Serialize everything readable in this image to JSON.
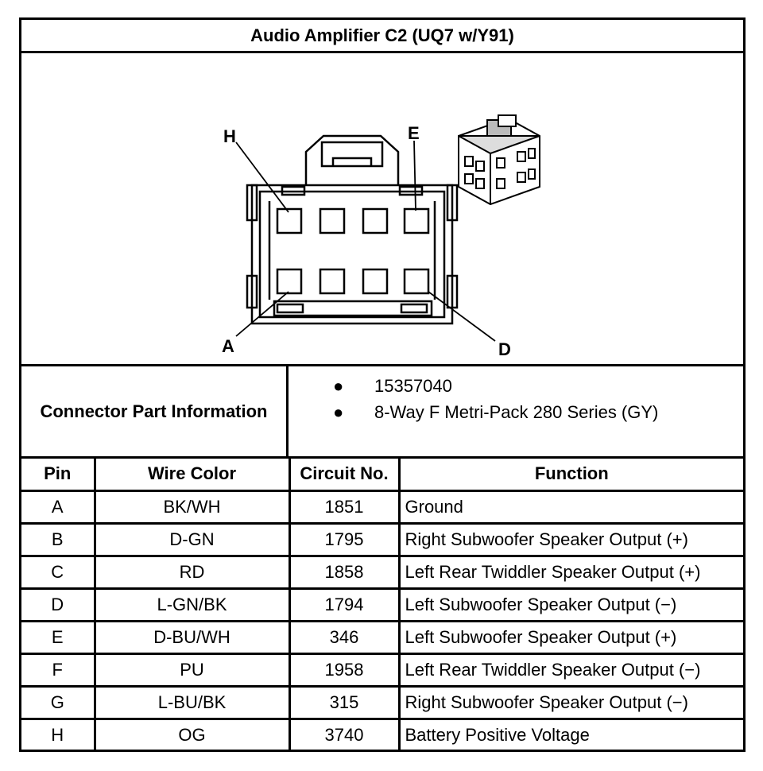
{
  "title": "Audio Amplifier C2 (UQ7 w/Y91)",
  "diagram": {
    "callouts": {
      "h": "H",
      "e": "E",
      "a": "A",
      "d": "D"
    }
  },
  "connector_info": {
    "label": "Connector Part Information",
    "items": [
      "15357040",
      "8-Way F Metri-Pack 280 Series (GY)"
    ]
  },
  "table": {
    "headers": {
      "pin": "Pin",
      "wire_color": "Wire Color",
      "circuit": "Circuit No.",
      "function": "Function"
    },
    "rows": [
      {
        "pin": "A",
        "wire_color": "BK/WH",
        "circuit": "1851",
        "function": "Ground"
      },
      {
        "pin": "B",
        "wire_color": "D-GN",
        "circuit": "1795",
        "function": "Right Subwoofer Speaker Output (+)"
      },
      {
        "pin": "C",
        "wire_color": "RD",
        "circuit": "1858",
        "function": "Left Rear Twiddler Speaker Output (+)"
      },
      {
        "pin": "D",
        "wire_color": "L-GN/BK",
        "circuit": "1794",
        "function": "Left Subwoofer Speaker Output (−)"
      },
      {
        "pin": "E",
        "wire_color": "D-BU/WH",
        "circuit": "346",
        "function": "Left Subwoofer Speaker Output (+)"
      },
      {
        "pin": "F",
        "wire_color": "PU",
        "circuit": "1958",
        "function": "Left Rear Twiddler Speaker Output (−)"
      },
      {
        "pin": "G",
        "wire_color": "L-BU/BK",
        "circuit": "315",
        "function": "Right Subwoofer Speaker Output (−)"
      },
      {
        "pin": "H",
        "wire_color": "OG",
        "circuit": "3740",
        "function": "Battery Positive Voltage"
      }
    ]
  }
}
